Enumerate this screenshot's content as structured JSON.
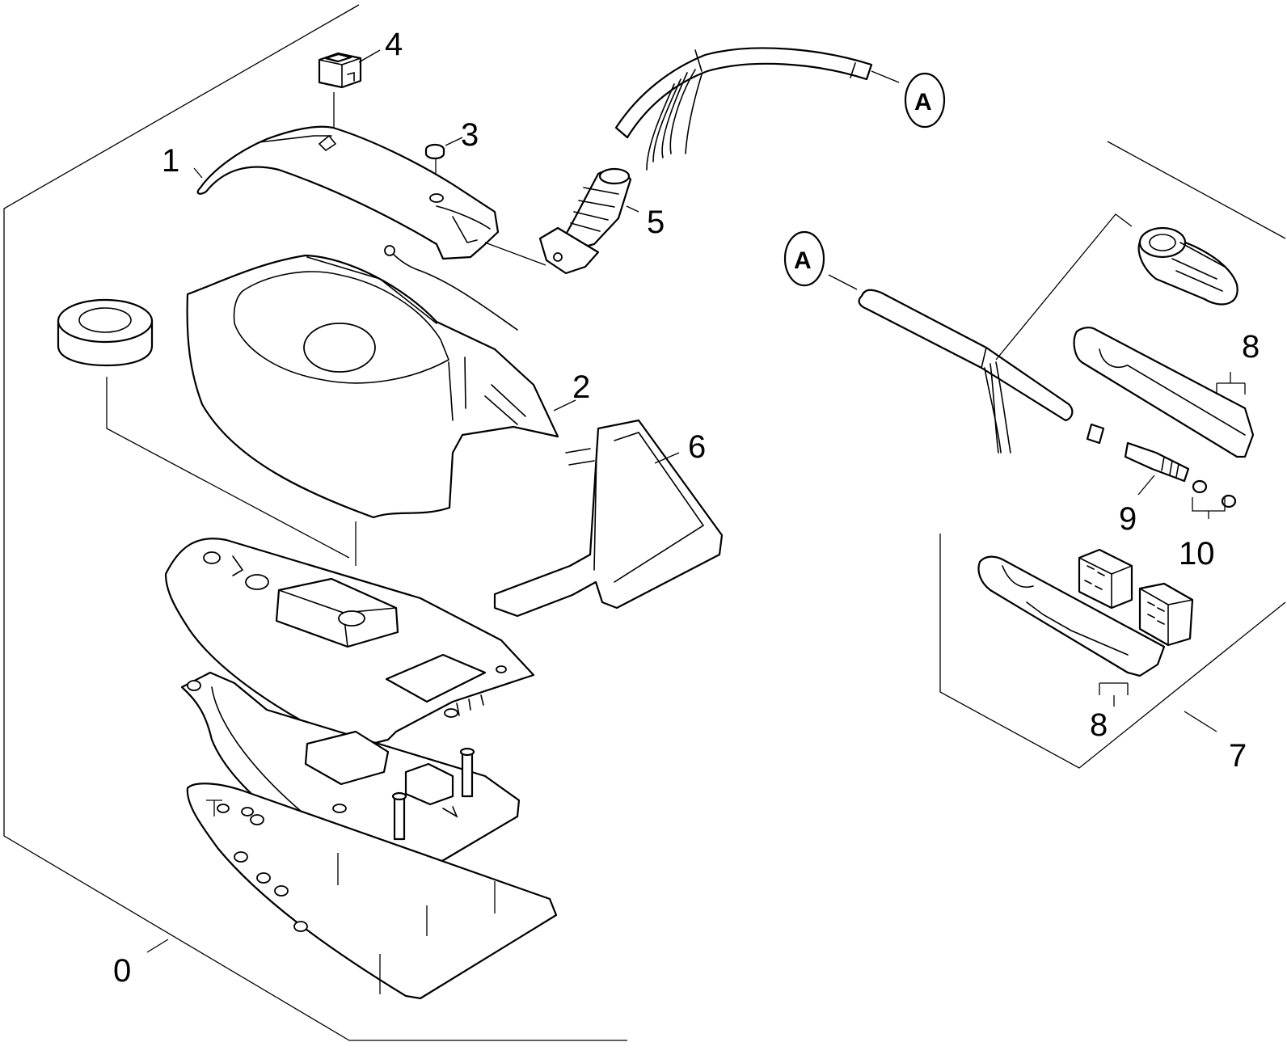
{
  "labels": {
    "part_0": "0",
    "part_1": "1",
    "part_2": "2",
    "part_3": "3",
    "part_4": "4",
    "part_5": "5",
    "part_6": "6",
    "part_7": "7",
    "part_8_top": "8",
    "part_8_bottom": "8",
    "part_9": "9",
    "part_10": "10",
    "connector_a_top": "A",
    "connector_a_right": "A"
  },
  "style": {
    "line_color": "#000000",
    "background": "#ffffff"
  }
}
